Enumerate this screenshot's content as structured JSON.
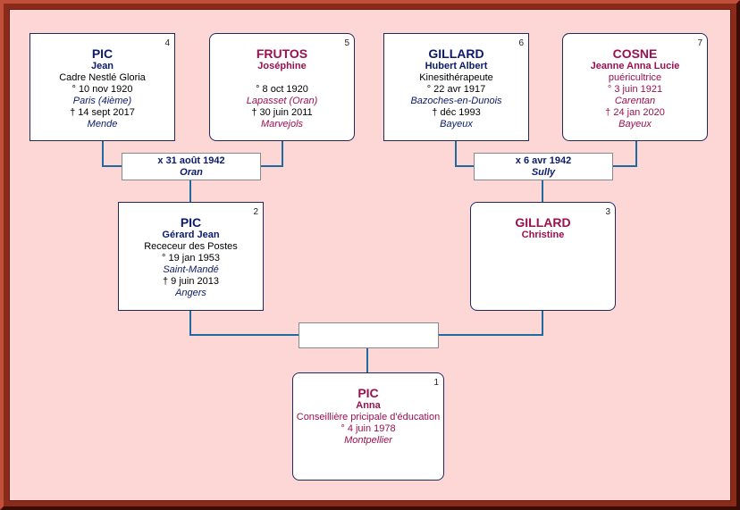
{
  "colors": {
    "male": "#0b1a6a",
    "female": "#9a1050",
    "line": "#1f6aa0",
    "background": "#fdd6d6"
  },
  "persons": {
    "p1": {
      "num": "1",
      "surname": "PIC",
      "given": "Anna",
      "occupation": "Conseillière pricipale d'éducation",
      "birth": "° 4 juin 1978",
      "birth_place": "Montpellier"
    },
    "p2": {
      "num": "2",
      "surname": "PIC",
      "given": "Gérard Jean",
      "occupation": "Receceur des Postes",
      "birth": "° 19 jan 1953",
      "birth_place": "Saint-Mandé",
      "death": "† 9 juin 2013",
      "death_place": "Angers"
    },
    "p3": {
      "num": "3",
      "surname": "GILLARD",
      "given": "Christine"
    },
    "p4": {
      "num": "4",
      "surname": "PIC",
      "given": "Jean",
      "occupation": "Cadre Nestlé Gloria",
      "birth": "° 10 nov 1920",
      "birth_place": "Paris (4ième)",
      "death": "† 14 sept 2017",
      "death_place": "Mende"
    },
    "p5": {
      "num": "5",
      "surname": "FRUTOS",
      "given": "Joséphine",
      "birth": "° 8 oct 1920",
      "birth_place": "Lapasset (Oran)",
      "death": "† 30 juin 2011",
      "death_place": "Marvejols"
    },
    "p6": {
      "num": "6",
      "surname": "GILLARD",
      "given": "Hubert Albert",
      "occupation": "Kinesithérapeute",
      "birth": "° 22 avr 1917",
      "birth_place": "Bazoches-en-Dunois",
      "death": "† déc 1993",
      "death_place": "Bayeux"
    },
    "p7": {
      "num": "7",
      "surname": "COSNE",
      "given": "Jeanne  Anna Lucie",
      "occupation": "puéricultrice",
      "birth": "° 3 juin 1921",
      "birth_place": "Carentan",
      "death": "† 24 jan 2020",
      "death_place": "Bayeux"
    }
  },
  "marriages": {
    "m45": {
      "date": "x 31 août 1942",
      "place": "Oran"
    },
    "m67": {
      "date": "x 6 avr 1942",
      "place": "Sully"
    },
    "m23": {
      "date": "",
      "place": ""
    }
  }
}
